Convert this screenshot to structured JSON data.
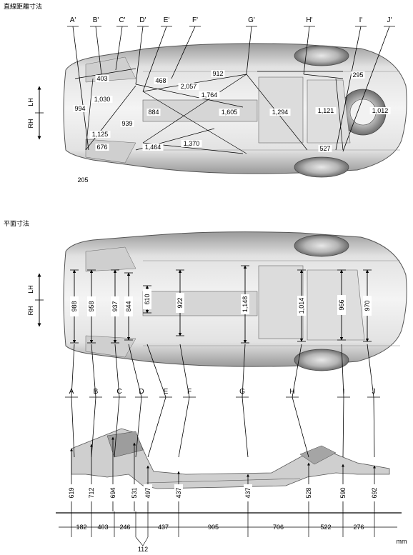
{
  "sections": {
    "diagonal": "直線距離寸法",
    "plan": "平面寸法"
  },
  "unit": "mm",
  "sides": {
    "lh": "LH",
    "rh": "RH"
  },
  "top_points": [
    "A'",
    "B'",
    "C'",
    "D'",
    "E'",
    "F'",
    "G'",
    "H'",
    "I'",
    "J'"
  ],
  "top_dims": [
    "994",
    "403",
    "1,030",
    "939",
    "1,125",
    "676",
    "205",
    "468",
    "884",
    "2,057",
    "1,764",
    "1,464",
    "1,370",
    "1,605",
    "912",
    "1,294",
    "1,121",
    "295",
    "1,012",
    "527"
  ],
  "mid_points": [
    "A",
    "B",
    "C",
    "D",
    "E",
    "F",
    "G",
    "H",
    "I",
    "J"
  ],
  "mid_dims": [
    "988",
    "958",
    "937",
    "844",
    "610",
    "922",
    "1,148",
    "1,014",
    "966",
    "970"
  ],
  "heights": [
    "619",
    "712",
    "694",
    "531",
    "497",
    "437",
    "437",
    "528",
    "590",
    "692"
  ],
  "spacings": [
    "182",
    "403",
    "246",
    "437",
    "905",
    "706",
    "522",
    "276"
  ],
  "spacing_extra": "112"
}
